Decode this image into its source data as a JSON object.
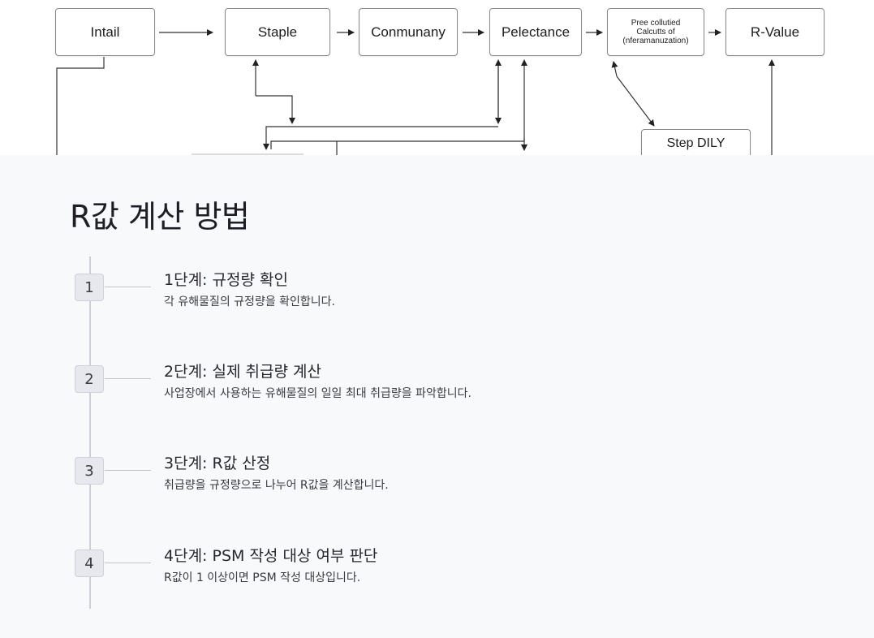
{
  "diagram": {
    "nodes": {
      "intail": "Intail",
      "staple": "Staple",
      "conmunany": "Conmunany",
      "pelectance": "Pelectance",
      "precollutied": "Pree collutied\nCalcutts of\n(nferamanuzation)",
      "r_value": "R-Value",
      "step_dily": "Step DILY"
    }
  },
  "section": {
    "title": "R값 계산 방법",
    "steps": [
      {
        "number": "1",
        "title": "1단계: 규정량 확인",
        "description": "각 유해물질의 규정량을 확인합니다."
      },
      {
        "number": "2",
        "title": "2단계: 실제 취급량 계산",
        "description": "사업장에서 사용하는 유해물질의 일일 최대 취급량을 파악합니다."
      },
      {
        "number": "3",
        "title": "3단계: R값 산정",
        "description": "취급량을 규정량으로 나누어 R값을 계산합니다."
      },
      {
        "number": "4",
        "title": "4단계: PSM 작성 대상 여부 판단",
        "description": "R값이 1 이상이면 PSM 작성 대상입니다."
      }
    ]
  }
}
